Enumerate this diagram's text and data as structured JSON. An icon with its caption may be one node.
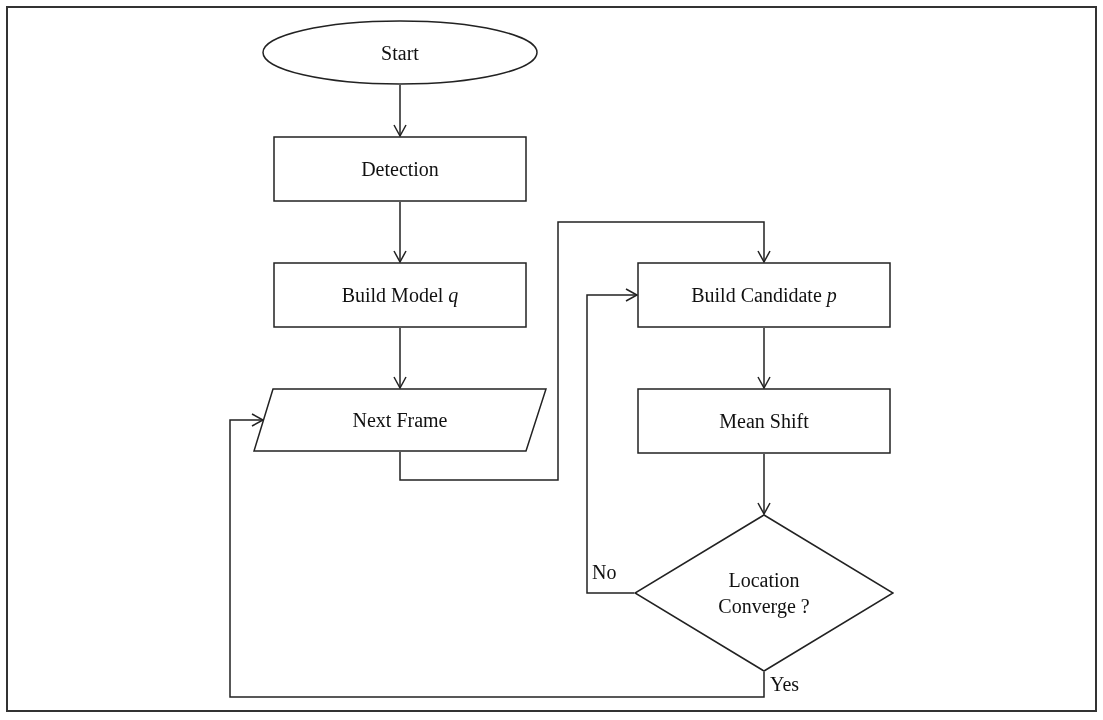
{
  "diagram": {
    "nodes": [
      {
        "text": [
          "Start"
        ]
      },
      {
        "text": [
          "Detection"
        ]
      },
      {
        "text": [
          "Build Model *q*"
        ]
      },
      {
        "text": [
          "Next Frame"
        ]
      },
      {
        "text": [
          "Build Candidate *p*"
        ]
      },
      {
        "text": [
          "Mean Shift"
        ]
      },
      {
        "text": [
          "Location Converge ?"
        ]
      }
    ],
    "edges": [
      {
        "from": 0,
        "to": 1,
        "arrow": "to"
      },
      {
        "from": 1,
        "to": 2,
        "arrow": "to"
      },
      {
        "from": 2,
        "to": 3,
        "arrow": "to"
      },
      {
        "from": 3,
        "to": 4,
        "arrow": "to"
      },
      {
        "from": 4,
        "to": 5,
        "arrow": "to"
      },
      {
        "from": 5,
        "to": 6,
        "arrow": "to"
      },
      {
        "from": 6,
        "to": 4,
        "arrow": "to",
        "label": "No"
      },
      {
        "from": 6,
        "to": 3,
        "arrow": "to",
        "label": "Yes"
      }
    ]
  }
}
